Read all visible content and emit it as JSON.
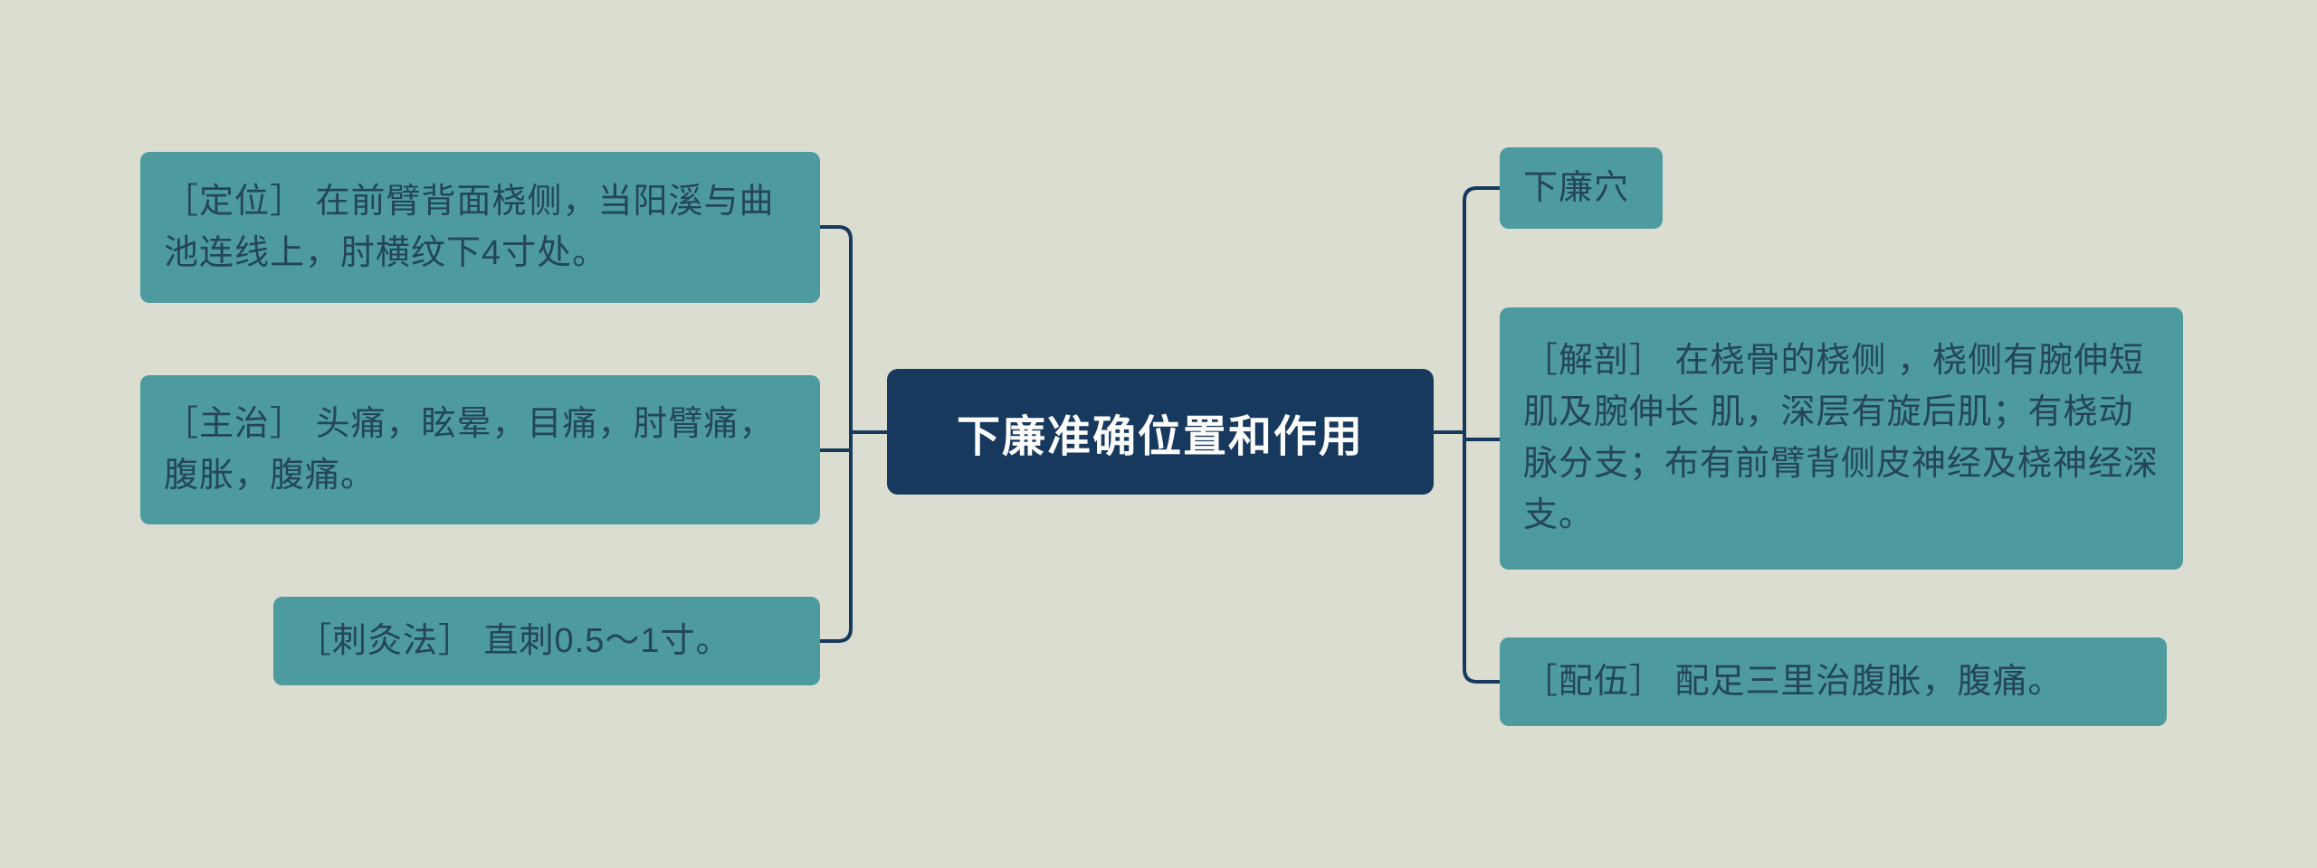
{
  "diagram": {
    "background_color": "#dcddd1",
    "node_fill_color": "#4d9b9e",
    "node_text_color": "#24455c",
    "center_fill_color": "#17395e",
    "center_text_color": "#ffffff",
    "connector_color": "#17395e",
    "center": {
      "label": "下廉准确位置和作用"
    },
    "left_nodes": [
      {
        "label": "［定位］ 在前臂背面桡侧，当阳溪与曲池连线上，肘横纹下4寸处。"
      },
      {
        "label": "［主治］ 头痛，眩晕，目痛，肘臂痛，腹胀，腹痛。"
      },
      {
        "label": "［刺灸法］ 直刺0.5～1寸。"
      }
    ],
    "right_nodes": [
      {
        "label": "下廉穴"
      },
      {
        "label": "［解剖］ 在桡骨的桡侧 ，桡侧有腕伸短肌及腕伸长 肌，深层有旋后肌；有桡动脉分支；布有前臂背侧皮神经及桡神经深支。"
      },
      {
        "label": "［配伍］ 配足三里治腹胀，腹痛。"
      }
    ]
  }
}
